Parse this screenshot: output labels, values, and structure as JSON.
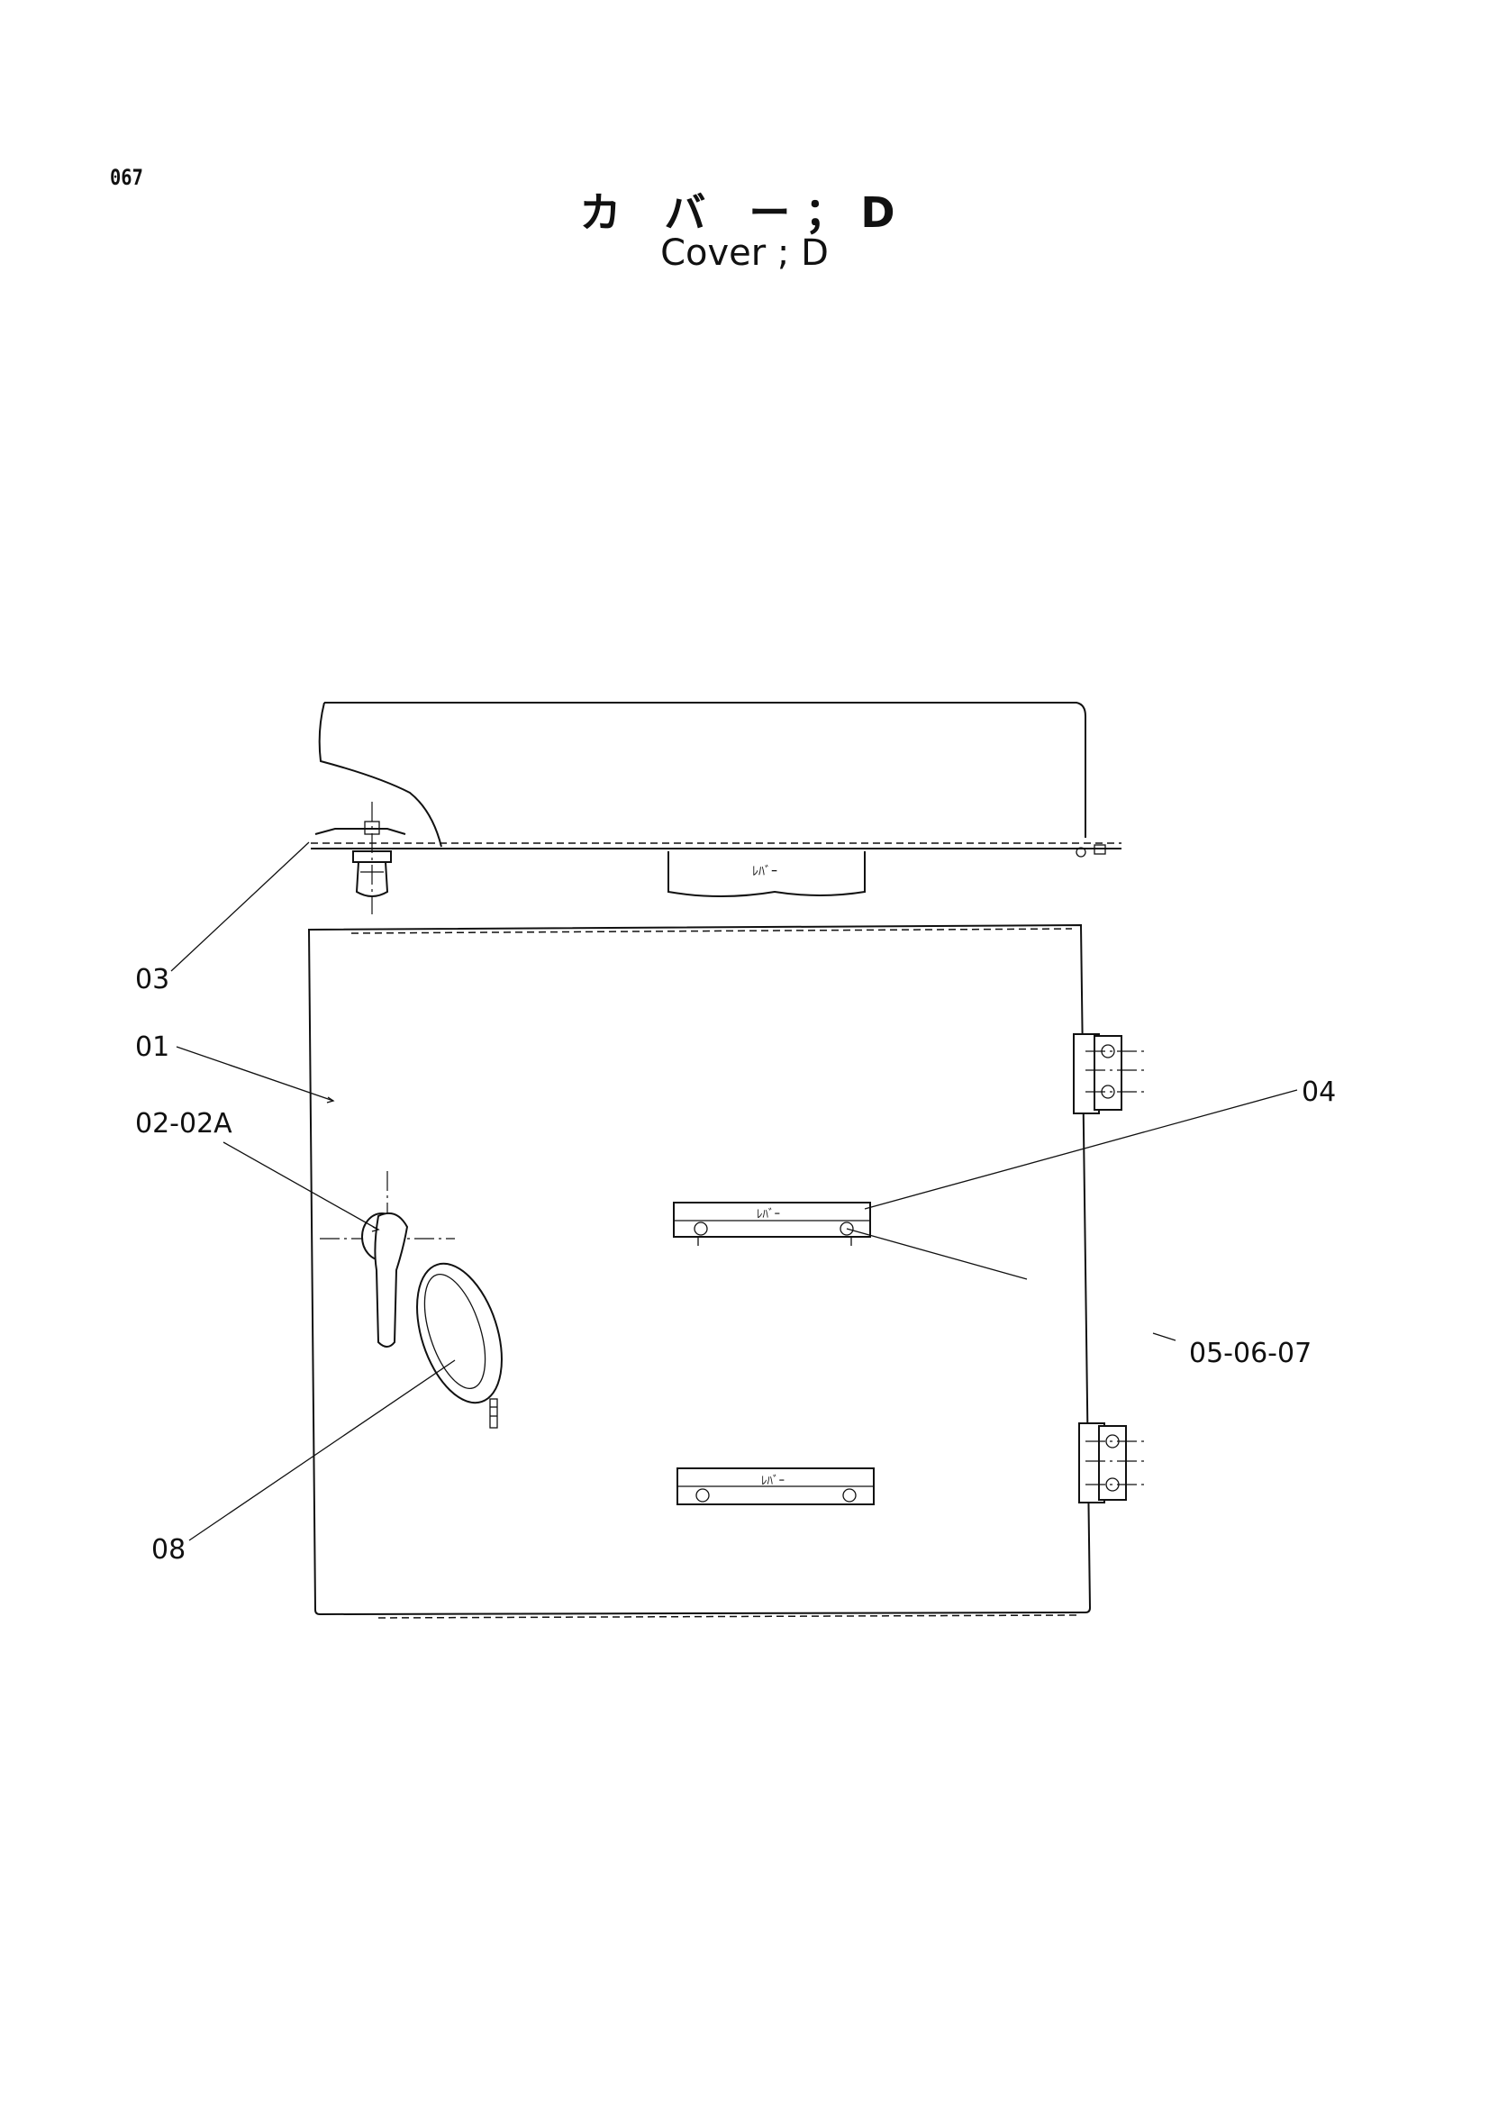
{
  "page": {
    "number": "067",
    "title_jp": "カ バ ー；D",
    "title_en": "Cover ; D"
  },
  "callouts": [
    {
      "id": "03",
      "label": "03"
    },
    {
      "id": "01",
      "label": "01"
    },
    {
      "id": "02",
      "label": "02-02A"
    },
    {
      "id": "04",
      "label": "04"
    },
    {
      "id": "05",
      "label": "05-06-07"
    },
    {
      "id": "08",
      "label": "08"
    }
  ],
  "part_markings": {
    "upper_bracket": "ﾚﾊﾞｰ",
    "lower_bracket": "ﾚﾊﾞｰ",
    "top_block": "ﾚﾊﾞｰ"
  }
}
